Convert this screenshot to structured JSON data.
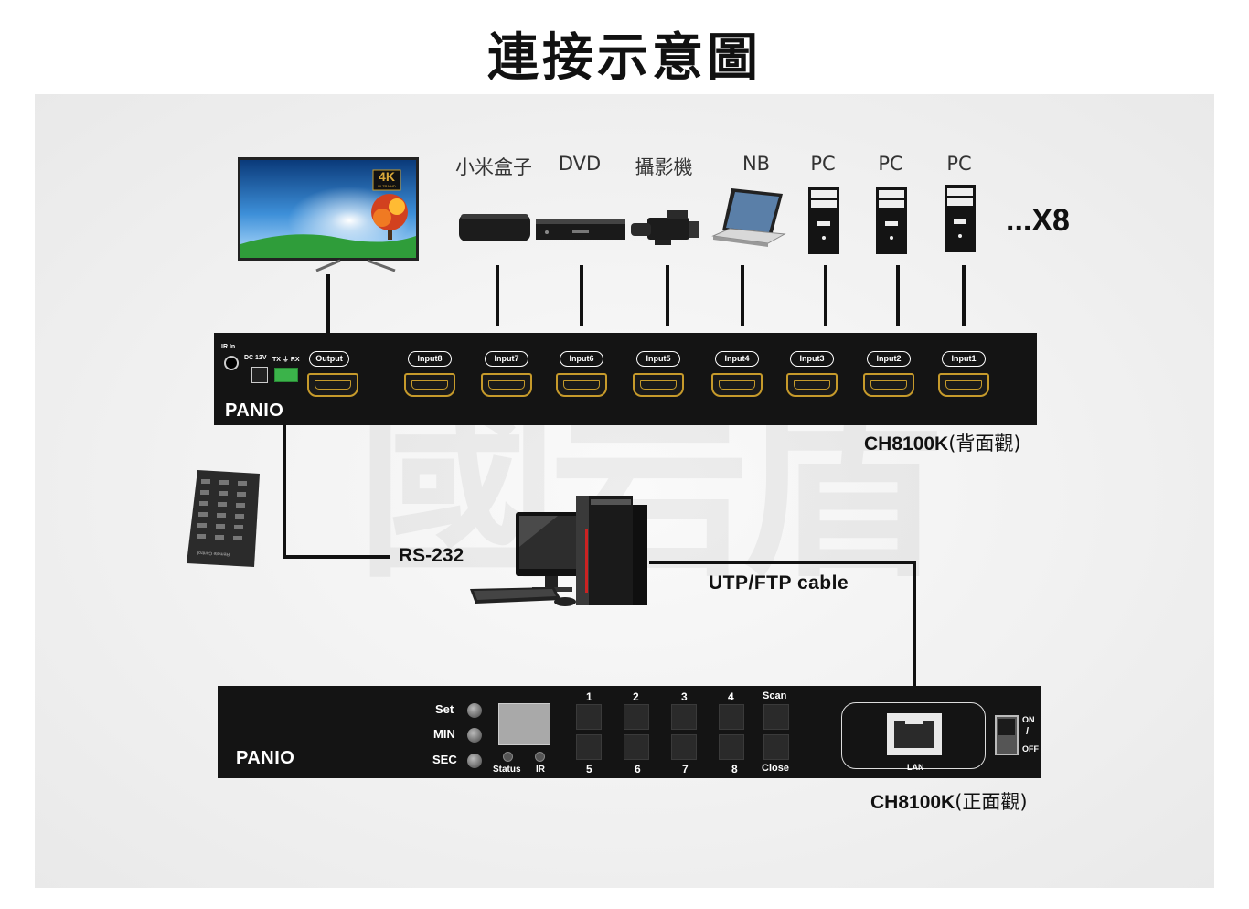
{
  "title": "連接示意圖",
  "watermark": "國岩盾",
  "tv": {
    "badge_big": "4K",
    "badge_small": "ULTRA HD"
  },
  "sources": [
    "小米盒子",
    "DVD",
    "攝影機",
    "NB",
    "PC",
    "PC",
    "PC"
  ],
  "sources_more": "...X8",
  "rear_panel": {
    "ir_in": "IR In",
    "dc": "DC 12V",
    "txrx": "TX ⏚ RX",
    "output": "Output",
    "inputs": [
      "Input8",
      "Input7",
      "Input6",
      "Input5",
      "Input4",
      "Input3",
      "Input2",
      "Input1"
    ],
    "logo": "PANIO",
    "model": "CH8100K",
    "view": "(背面觀)"
  },
  "remote": {
    "text": "Remote Control"
  },
  "rs232_label": "RS-232",
  "cable_label": "UTP/FTP cable",
  "front_panel": {
    "logo": "PANIO",
    "buttons": [
      "Set",
      "MIN",
      "SEC"
    ],
    "status": "Status",
    "ir": "IR",
    "top_keys": [
      "1",
      "2",
      "3",
      "4",
      "Scan"
    ],
    "bottom_keys": [
      "5",
      "6",
      "7",
      "8",
      "Close"
    ],
    "lan": "LAN",
    "on": "ON",
    "slash": "/",
    "off": "OFF",
    "model": "CH8100K",
    "view": "(正面觀)"
  }
}
